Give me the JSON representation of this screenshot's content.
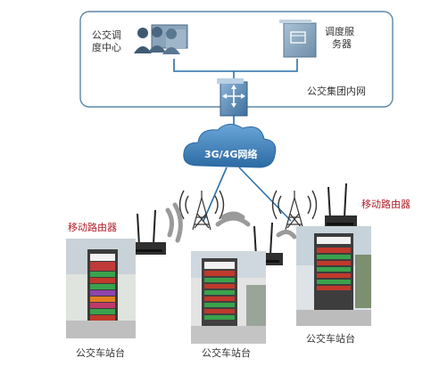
{
  "labels": {
    "dispatch_center": [
      "公交调",
      "度中心"
    ],
    "dispatch_server": [
      "调度服",
      "务器"
    ],
    "intranet": "公交集团内网",
    "network": "3G/4G网络",
    "router": "移动路由器",
    "station": "公交车站台"
  },
  "colors": {
    "box_border": "#5b87a8",
    "line": "#2a6fa8",
    "router_label": "#b0202a",
    "cloud": "#3a7cb6"
  }
}
